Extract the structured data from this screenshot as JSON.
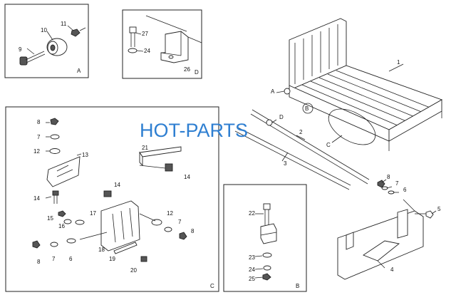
{
  "watermark": "HOT-PARTS",
  "panels": {
    "A": {
      "caption": "A",
      "labels": [
        "11",
        "10",
        "9"
      ]
    },
    "D": {
      "caption": "D",
      "labels": [
        "27",
        "24",
        "26"
      ]
    },
    "C": {
      "caption": "C",
      "labels": [
        "8",
        "7",
        "12",
        "13",
        "21",
        "14",
        "14",
        "14",
        "15",
        "16",
        "17",
        "12",
        "7",
        "8",
        "6",
        "8",
        "7",
        "18",
        "19",
        "20"
      ]
    },
    "B": {
      "caption": "B",
      "labels": [
        "22",
        "23",
        "24",
        "25"
      ]
    }
  },
  "main": {
    "labels": [
      "1",
      "A",
      "B",
      "D",
      "2",
      "C",
      "3",
      "8",
      "7",
      "6",
      "5",
      "4"
    ]
  }
}
